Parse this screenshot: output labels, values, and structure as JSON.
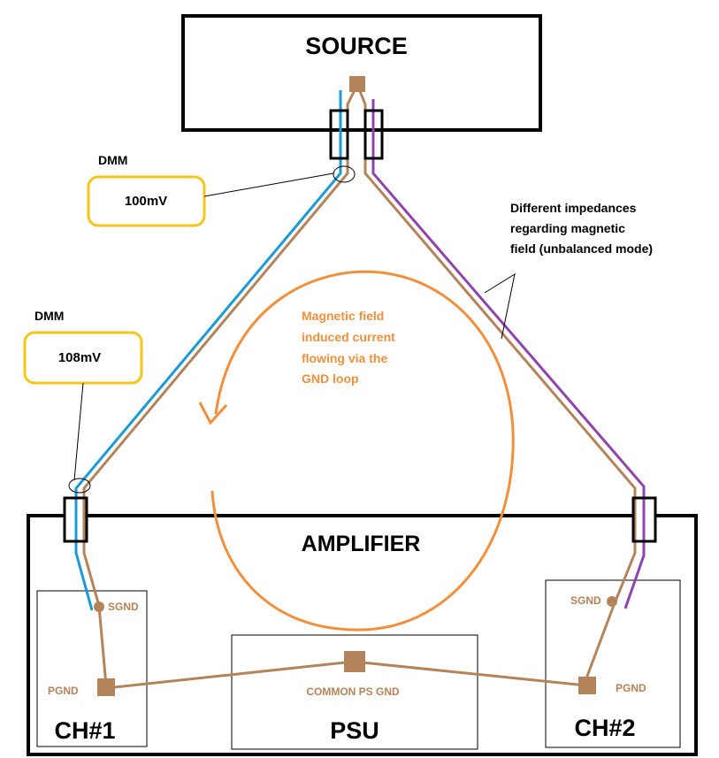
{
  "colors": {
    "black": "#000000",
    "brown": "#b5835a",
    "blue": "#1a9ad6",
    "purple": "#8e44ad",
    "orange": "#f28f3b",
    "yellow": "#f5c518"
  },
  "source": {
    "title": "SOURCE"
  },
  "amplifier": {
    "title": "AMPLIFIER"
  },
  "channel1": {
    "label": "CH#1",
    "sgnd": "SGND",
    "pgnd": "PGND"
  },
  "channel2": {
    "label": "CH#2",
    "sgnd": "SGND",
    "pgnd": "PGND"
  },
  "psu": {
    "label": "PSU",
    "gnd_label": "COMMON PS GND"
  },
  "dmm_top": {
    "title": "DMM",
    "reading": "100mV"
  },
  "dmm_left": {
    "title": "DMM",
    "reading": "108mV"
  },
  "annotations": {
    "impedance": [
      "Different impedances",
      "regarding magnetic",
      "field (unbalanced mode)"
    ],
    "magnetic": [
      "Magnetic field",
      "induced current",
      "flowing via the",
      "GND loop"
    ]
  }
}
